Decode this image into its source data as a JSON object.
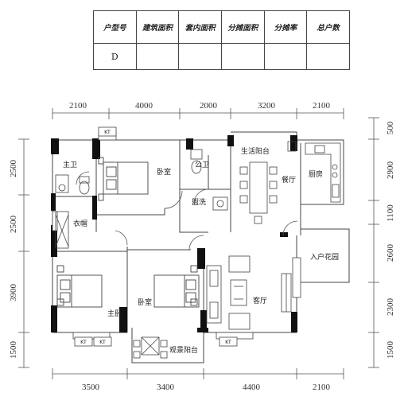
{
  "table": {
    "headers": [
      "户型号",
      "建筑面积",
      "套内面积",
      "分摊面积",
      "分摊率",
      "总户数"
    ],
    "row": [
      "D",
      "",
      "",
      "",
      "",
      ""
    ]
  },
  "dims": {
    "top": [
      "2100",
      "4000",
      "2000",
      "3200",
      "2100"
    ],
    "bottom": [
      "3500",
      "3400",
      "4400",
      "2100"
    ],
    "left": [
      "2500",
      "2500",
      "3900",
      "1500"
    ],
    "right": [
      "500",
      "2900",
      "1100",
      "2600",
      "2300",
      "1500"
    ]
  },
  "rooms": {
    "master_bath": "主卫",
    "bedroom1": "卧室",
    "public_bath": "公卫",
    "utility_balcony": "生活阳台",
    "dining": "餐厅",
    "kitchen": "厨房",
    "wash": "盥洗",
    "closet": "衣帽",
    "entry_garden": "入户花园",
    "master_bedroom": "主卧",
    "bedroom2": "卧室",
    "living": "客厅",
    "view_balcony": "观景阳台"
  },
  "kt_label": "KT"
}
